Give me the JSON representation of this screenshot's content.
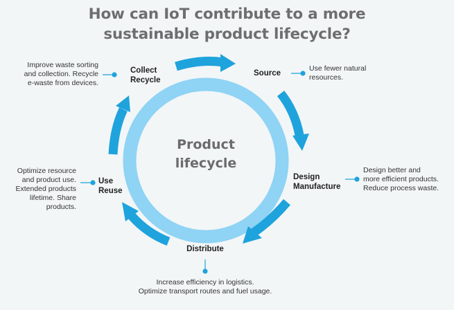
{
  "title": {
    "line1": "How can IoT contribute to a more",
    "line2": "sustainable product lifecycle?"
  },
  "center": {
    "line1": "Product",
    "line2": "lifecycle"
  },
  "stages": {
    "source": {
      "label_line1": "Source",
      "desc_line1": "Use fewer natural",
      "desc_line2": "resources."
    },
    "design": {
      "label_line1": "Design",
      "label_line2": "Manufacture",
      "desc_line1": "Design better and",
      "desc_line2": "more efficient products.",
      "desc_line3": "Reduce process waste."
    },
    "distribute": {
      "label_line1": "Distribute",
      "desc_line1": "Increase efficiency in logistics.",
      "desc_line2": "Optimize transport routes and fuel usage."
    },
    "use": {
      "label_line1": "Use",
      "label_line2": "Reuse",
      "desc_line1": "Optimize resource",
      "desc_line2": "and product use.",
      "desc_line3": "Extended products",
      "desc_line4": "lifetime. Share",
      "desc_line5": "products."
    },
    "collect": {
      "label_line1": "Collect",
      "label_line2": "Recycle",
      "desc_line1": "Improve waste sorting",
      "desc_line2": "and collection. Recycle",
      "desc_line3": "e-waste from devices."
    }
  },
  "colors": {
    "ring": "#8fd3f5",
    "arrow": "#1fa3dc",
    "connector": "#1fa3dc",
    "title": "#6e6e6e"
  }
}
